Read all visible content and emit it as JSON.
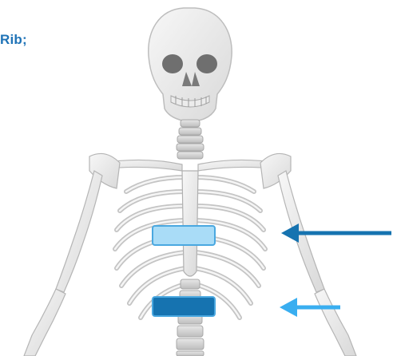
{
  "caption": {
    "text": "Rib;"
  },
  "markers": [
    {
      "id": "upper-label-box",
      "fill": "#a9dcf7",
      "stroke": "#4aa8e0"
    },
    {
      "id": "lower-label-box",
      "fill": "#1673b0",
      "stroke": "#4aa8e0"
    }
  ],
  "arrows": [
    {
      "id": "upper-arrow",
      "color": "#1673b0"
    },
    {
      "id": "lower-arrow",
      "color": "#39aef0"
    }
  ]
}
